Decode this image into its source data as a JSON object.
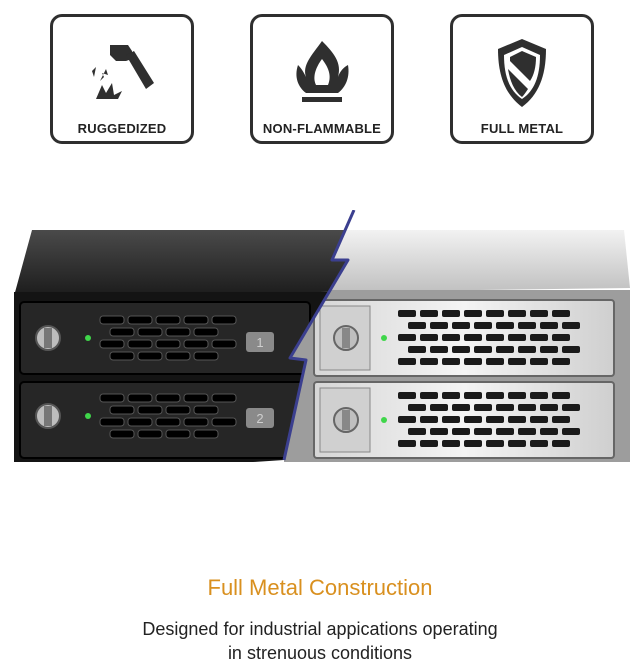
{
  "features": [
    {
      "label": "RUGGEDIZED",
      "icon": "hammer-icon"
    },
    {
      "label": "NON-FLAMMABLE",
      "icon": "flame-icon"
    },
    {
      "label": "FULL METAL",
      "icon": "shield-icon"
    }
  ],
  "product": {
    "bay_labels": [
      "1",
      "2"
    ]
  },
  "headline": "Full Metal Construction",
  "description": {
    "line1": "Designed for industrial appications operating",
    "line2": "in strenuous conditions"
  },
  "colors": {
    "accent": "#d9901f",
    "icon": "#2f2f2f",
    "crack": "#3b3f8f",
    "led": "#3fd64a"
  }
}
